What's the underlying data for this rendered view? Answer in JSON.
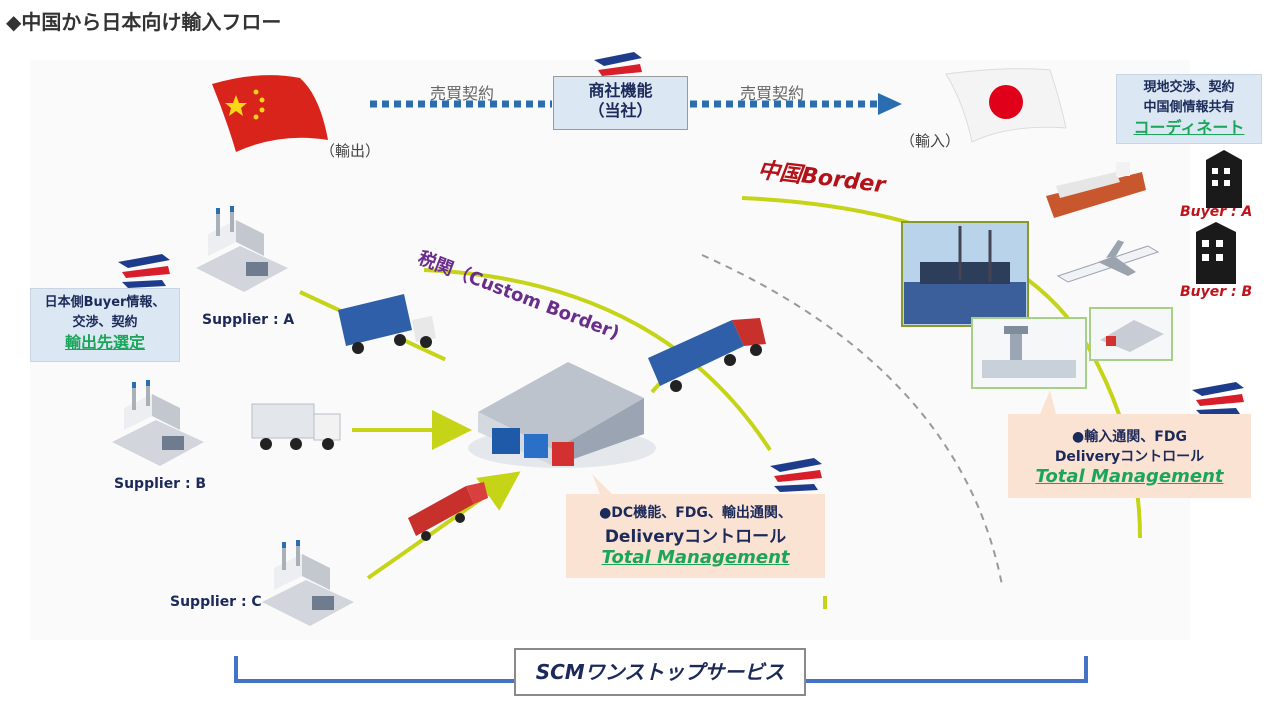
{
  "title": "◆中国から日本向け輸入フロー",
  "china": {
    "label": "（輸出）"
  },
  "japan": {
    "label": "（輸入）"
  },
  "contract_left": "売買契約",
  "contract_right": "売買契約",
  "trading": {
    "line1": "商社機能",
    "line2": "（当社）"
  },
  "left_note": {
    "line1": "日本側Buyer情報、",
    "line2": "交渉、契約",
    "link": "輸出先選定"
  },
  "right_note": {
    "line1": "現地交渉、契約",
    "line2": "中国側情報共有",
    "link": "コーディネート"
  },
  "suppliers": [
    "Supplier : A",
    "Supplier : B",
    "Supplier : C"
  ],
  "customs_border": "税関（Custom Border)",
  "china_border": "中国Border",
  "dc_note": {
    "line1": "●DC機能、FDG、輸出通関、",
    "line2": "Deliveryコントロール",
    "tm": "Total Management"
  },
  "import_note": {
    "line1": "●輸入通関、FDG",
    "line2": "Deliveryコントロール",
    "tm": "Total Management"
  },
  "buyers": [
    "Buyer : A",
    "Buyer : B"
  ],
  "scm": "SCMワンストップサービス",
  "colors": {
    "accent_green": "#1aa55a",
    "flow_blue": "#2a6db0",
    "arrow_lime": "#c6d417",
    "border_red": "#b21218",
    "customs_purple": "#6a2d8a",
    "bracket_blue": "#4472c4"
  },
  "icons": [
    "company-logo-icon",
    "china-flag-icon",
    "japan-flag-icon",
    "factory-icon",
    "truck-icon",
    "warehouse-icon",
    "container-ship-icon",
    "airplane-icon",
    "port-icon",
    "airport-icon",
    "building-icon"
  ]
}
